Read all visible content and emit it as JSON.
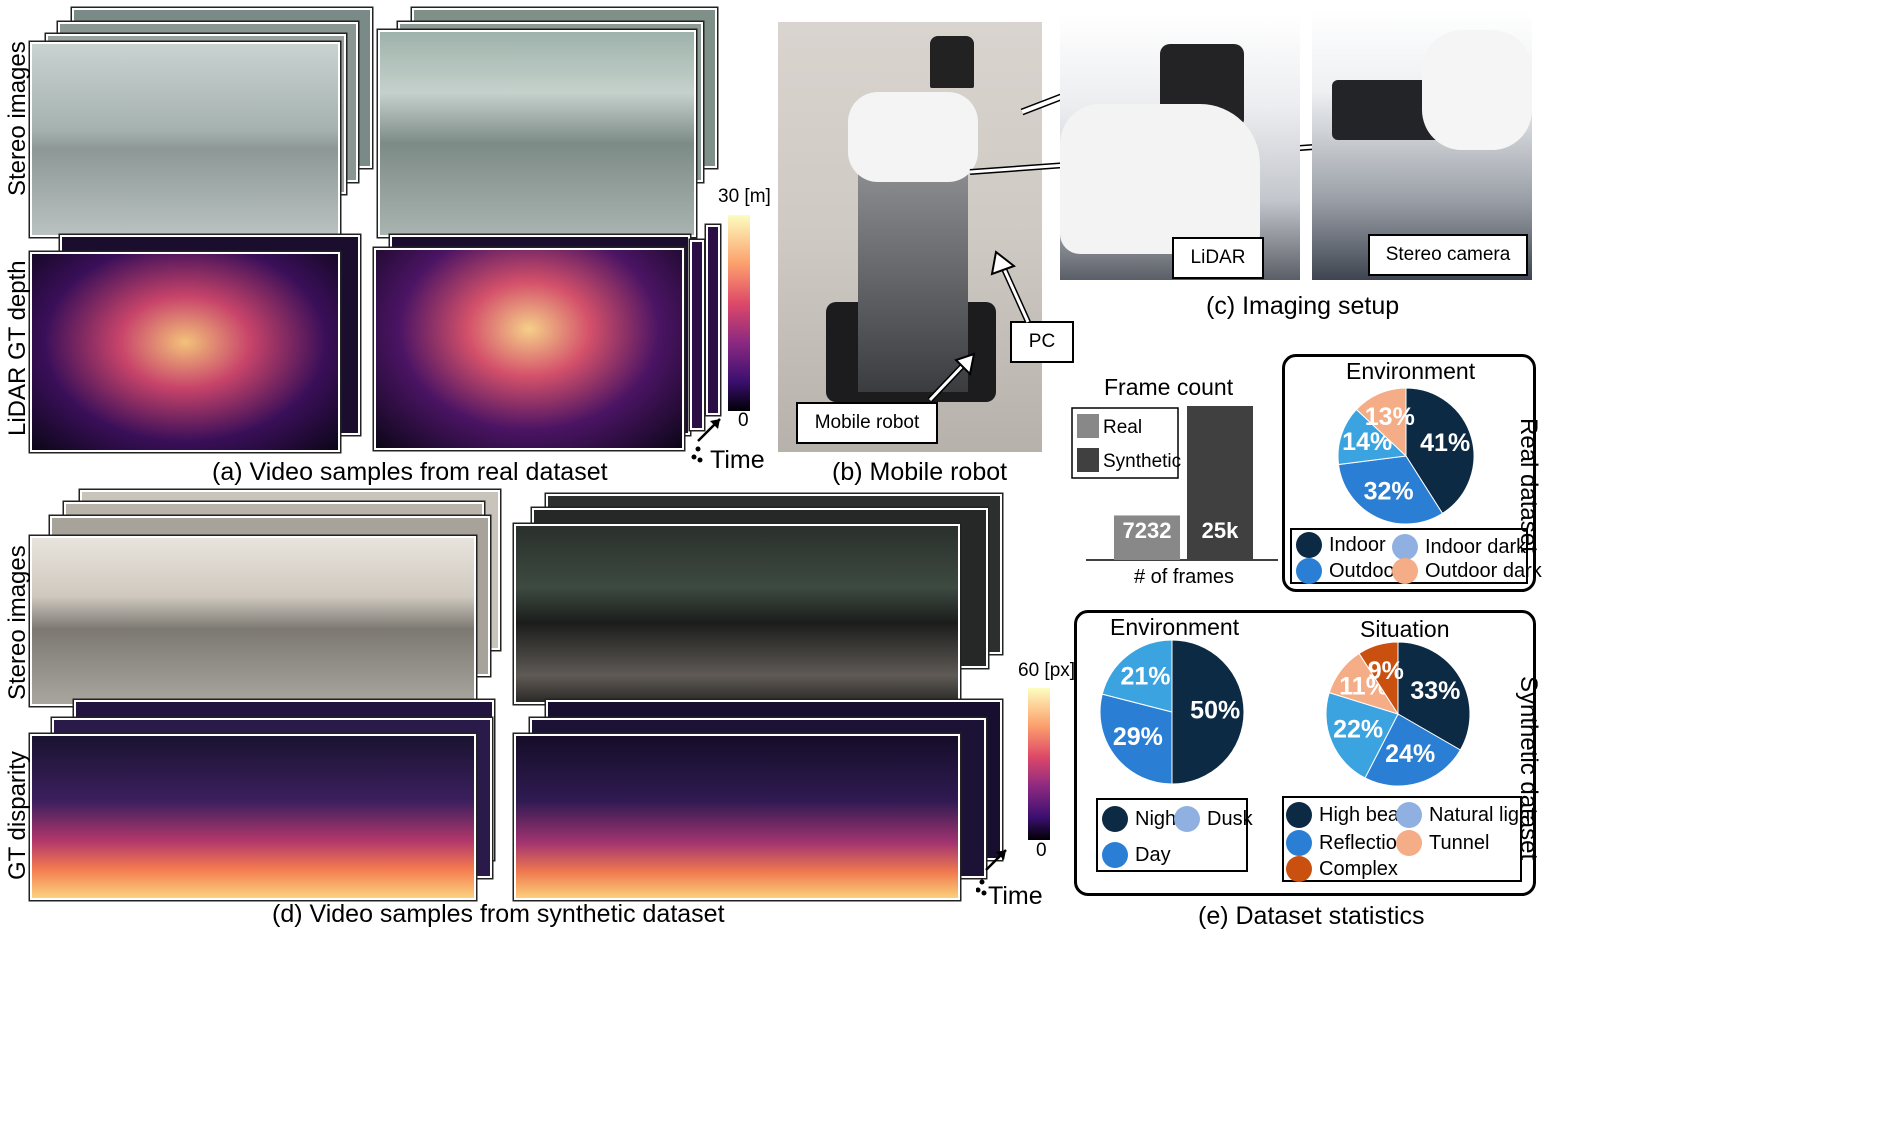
{
  "panel_a": {
    "caption": "(a) Video samples from real dataset",
    "row_label_top": "Stereo images",
    "row_label_bottom": "LiDAR GT depth",
    "colorbar_max": "30 [m]",
    "colorbar_min": "0",
    "time_label": "Time"
  },
  "panel_b": {
    "caption": "(b) Mobile robot",
    "callout_pc": "PC",
    "callout_robot": "Mobile robot"
  },
  "panel_c": {
    "caption": "(c) Imaging setup",
    "callout_lidar": "LiDAR",
    "callout_stereo": "Stereo camera"
  },
  "panel_d": {
    "caption": "(d) Video samples from synthetic dataset",
    "row_label_top": "Stereo images",
    "row_label_bottom": "GT disparity",
    "colorbar_max": "60 [px]",
    "colorbar_min": "0",
    "time_label": "Time"
  },
  "panel_e": {
    "caption": "(e) Dataset statistics",
    "real_dataset_label": "Real dataset",
    "synthetic_dataset_label": "Synthetic dataset"
  },
  "colors": {
    "indoor": "#0d2a44",
    "indoor_dark": "#8fb0e0",
    "outdoor": "#2a7fd4",
    "outdoor_dark": "#f4ad86",
    "night": "#0d2a44",
    "dusk": "#8fb0e0",
    "day": "#2a7fd4",
    "high_beam": "#0d2a44",
    "natural_light": "#8fb0e0",
    "reflection": "#2a7fd4",
    "tunnel": "#f4ad86",
    "complex": "#c9500f",
    "real_bar": "#888888",
    "synthetic_bar": "#404040"
  },
  "chart_data": [
    {
      "type": "bar",
      "title": "Frame count",
      "xlabel": "# of frames",
      "categories": [
        "Real",
        "Synthetic"
      ],
      "values": [
        7232,
        25000
      ],
      "value_labels": [
        "7232",
        "25k"
      ],
      "legend": [
        "Real",
        "Synthetic"
      ],
      "legend_position": "top-left"
    },
    {
      "type": "pie",
      "title": "Environment",
      "dataset": "Real dataset",
      "slices": [
        {
          "label": "Indoor",
          "value": 41,
          "text": "41%"
        },
        {
          "label": "Outdoor",
          "value": 32,
          "text": "32%"
        },
        {
          "label": "Indoor dark",
          "value": 14,
          "text": "14%"
        },
        {
          "label": "Outdoor dark",
          "value": 13,
          "text": "13%"
        }
      ],
      "legend": [
        "Indoor",
        "Indoor dark",
        "Outdoor",
        "Outdoor dark"
      ]
    },
    {
      "type": "pie",
      "title": "Environment",
      "dataset": "Synthetic dataset",
      "slices": [
        {
          "label": "Night",
          "value": 50,
          "text": "50%"
        },
        {
          "label": "Day",
          "value": 29,
          "text": "29%"
        },
        {
          "label": "Dusk",
          "value": 21,
          "text": "21%"
        }
      ],
      "legend": [
        "Night",
        "Dusk",
        "Day"
      ]
    },
    {
      "type": "pie",
      "title": "Situation",
      "dataset": "Synthetic dataset",
      "slices": [
        {
          "label": "High beam",
          "value": 33,
          "text": "33%"
        },
        {
          "label": "Reflection",
          "value": 24,
          "text": "24%"
        },
        {
          "label": "Natural light",
          "value": 22,
          "text": "22%"
        },
        {
          "label": "Tunnel",
          "value": 11,
          "text": "11%"
        },
        {
          "label": "Complex",
          "value": 9,
          "text": "9%"
        }
      ],
      "legend": [
        "High beam",
        "Natural light",
        "Reflection",
        "Tunnel",
        "Complex"
      ]
    }
  ]
}
